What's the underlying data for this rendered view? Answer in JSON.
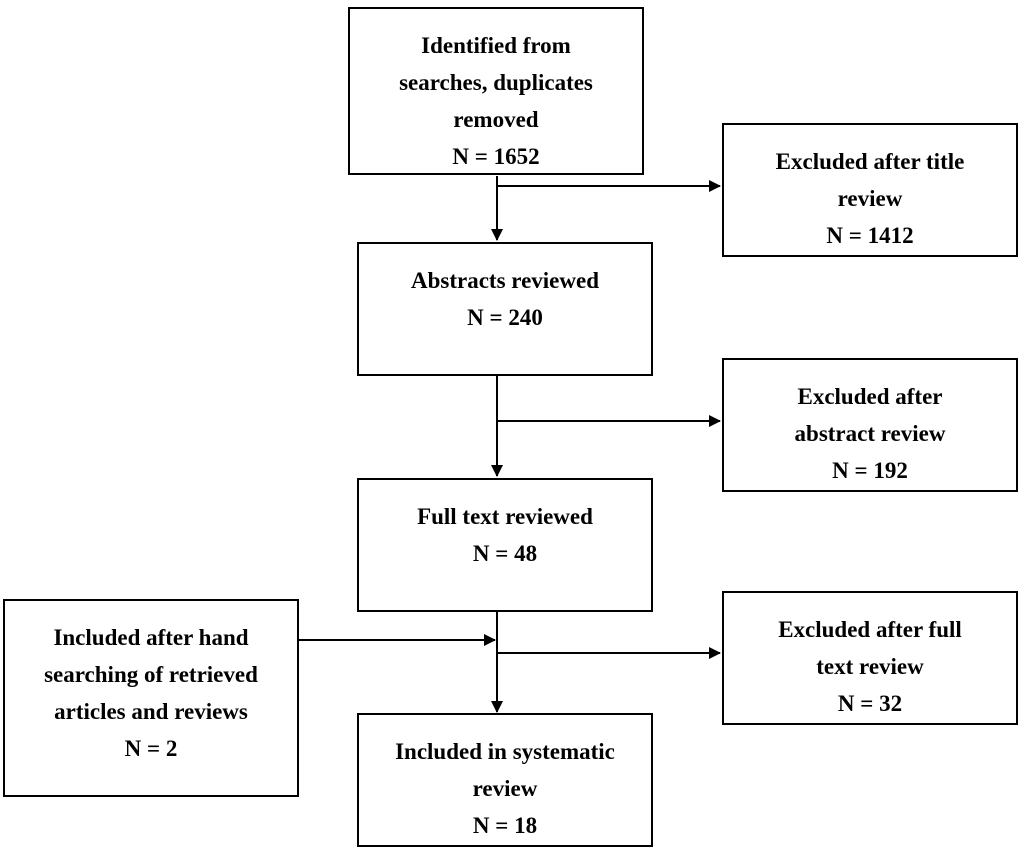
{
  "boxes": {
    "identified": {
      "lines": [
        "Identified from",
        "searches, duplicates",
        "removed"
      ],
      "count": "N = 1652"
    },
    "excluded_title": {
      "lines": [
        "Excluded after title",
        "review"
      ],
      "count": "N = 1412"
    },
    "abstracts": {
      "lines": [
        "Abstracts reviewed"
      ],
      "count": "N = 240"
    },
    "excluded_abstract": {
      "lines": [
        "Excluded after",
        "abstract review"
      ],
      "count": "N = 192"
    },
    "full_text": {
      "lines": [
        "Full text reviewed"
      ],
      "count": "N = 48"
    },
    "hand_search": {
      "lines": [
        "Included after hand",
        "searching of retrieved",
        "articles and reviews"
      ],
      "count": "N = 2"
    },
    "excluded_full": {
      "lines": [
        "Excluded after full",
        "text review"
      ],
      "count": "N = 32"
    },
    "included": {
      "lines": [
        "Included in systematic",
        "review"
      ],
      "count": "N = 18"
    }
  },
  "colors": {
    "stroke": "#000000",
    "background": "#ffffff"
  }
}
